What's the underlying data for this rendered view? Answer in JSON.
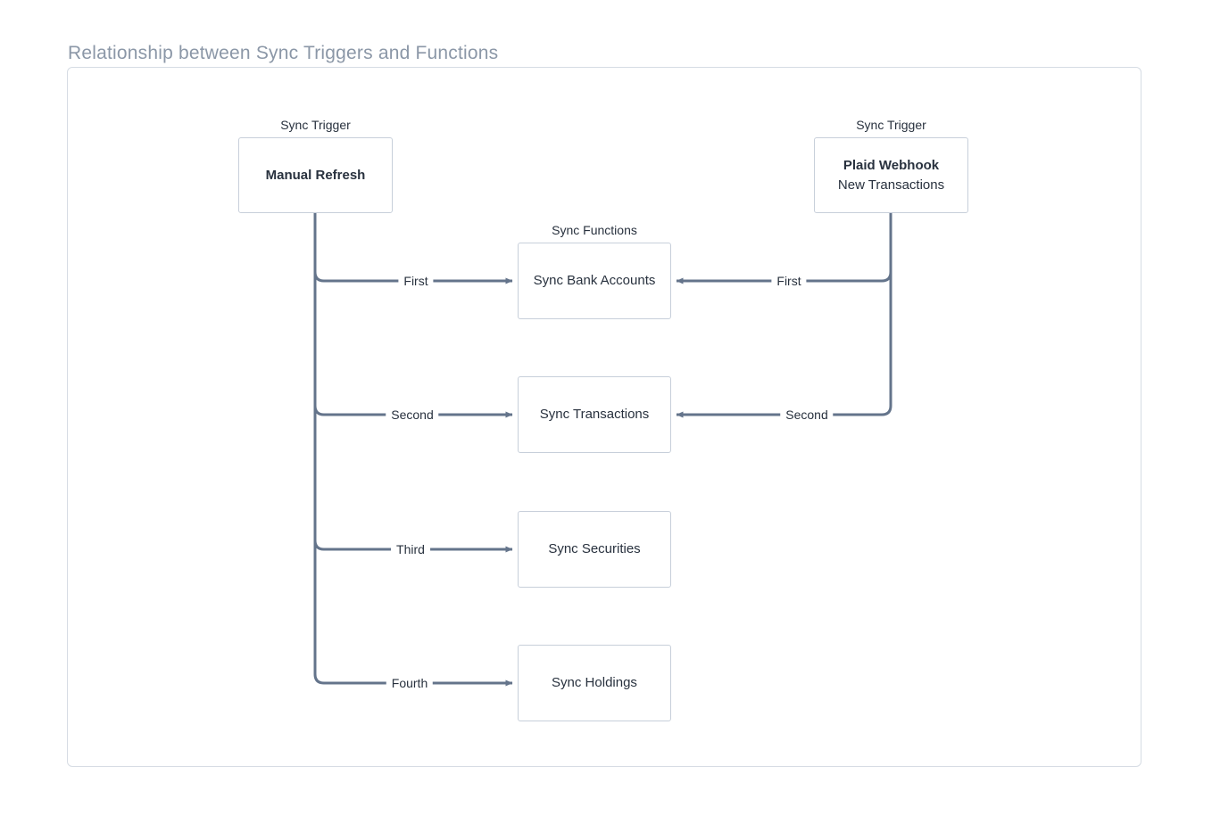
{
  "page": {
    "title": "Relationship between Sync Triggers and Functions"
  },
  "colors": {
    "edge_line": "#64748b",
    "node_border": "#c7cfda",
    "panel_border": "#d6dce4",
    "title_text": "#8b97a7",
    "node_text": "#28313e"
  },
  "diagram": {
    "triggers": [
      {
        "header": "Sync Trigger",
        "title": "Manual Refresh",
        "subtitle": ""
      },
      {
        "header": "Sync Trigger",
        "title": "Plaid Webhook",
        "subtitle": "New Transactions"
      }
    ],
    "functions_header": "Sync Functions",
    "functions": [
      {
        "label": "Sync Bank Accounts"
      },
      {
        "label": "Sync Transactions"
      },
      {
        "label": "Sync Securities"
      },
      {
        "label": "Sync Holdings"
      }
    ],
    "edges": {
      "manual_refresh": [
        "First",
        "Second",
        "Third",
        "Fourth"
      ],
      "plaid_webhook": [
        "First",
        "Second"
      ]
    }
  }
}
